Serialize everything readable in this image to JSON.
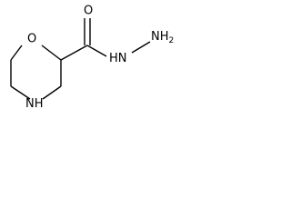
{
  "structure": {
    "ring_oxygen": "O",
    "ring_nitrogen": "N",
    "ring_nh_hydrogen": "H",
    "carbonyl_oxygen": "O",
    "hydrazide_nh": "H",
    "hydrazide_n1": "N",
    "hydrazide_n2": "N",
    "hydrazide_h2": "H",
    "hydrazide_h2_subscript": "2"
  },
  "colors": {
    "ink": "#000000",
    "background": "#ffffff"
  }
}
